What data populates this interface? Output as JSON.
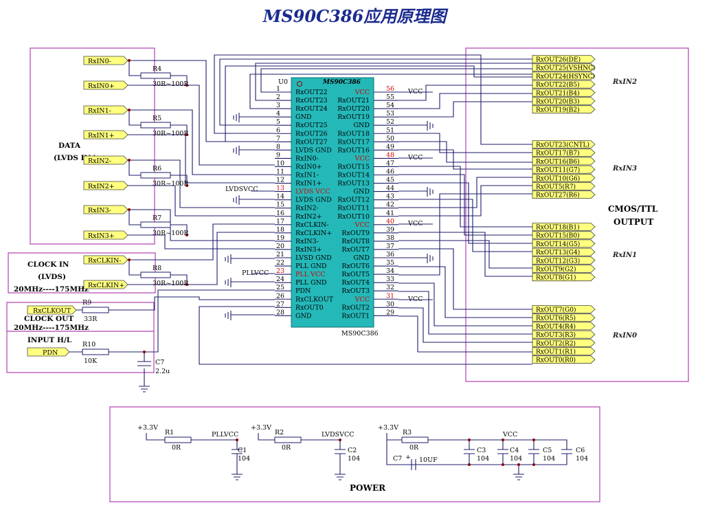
{
  "title": "MS90C386应用原理图",
  "chip": {
    "ref": "U0",
    "name_top": "MS90C386",
    "name_bottom": "MS90C386",
    "left_pins": [
      {
        "num": "1",
        "name": "RxOUT22"
      },
      {
        "num": "2",
        "name": "RxOUT23"
      },
      {
        "num": "3",
        "name": "RxOUT24"
      },
      {
        "num": "4",
        "name": "GND"
      },
      {
        "num": "5",
        "name": "RxOUT25"
      },
      {
        "num": "6",
        "name": "RxOUT26"
      },
      {
        "num": "7",
        "name": "RxOUT27"
      },
      {
        "num": "8",
        "name": "LVDS GND"
      },
      {
        "num": "9",
        "name": "RxIN0-"
      },
      {
        "num": "10",
        "name": "RxIN0+"
      },
      {
        "num": "11",
        "name": "RxIN1-"
      },
      {
        "num": "12",
        "name": "RxIN1+"
      },
      {
        "num": "13",
        "name": "LVDS VCC"
      },
      {
        "num": "14",
        "name": "LVDS GND"
      },
      {
        "num": "15",
        "name": "RxIN2-"
      },
      {
        "num": "16",
        "name": "RxIN2+"
      },
      {
        "num": "17",
        "name": "RxCLKIN-"
      },
      {
        "num": "18",
        "name": "RxCLKIN+"
      },
      {
        "num": "19",
        "name": "RxIN3-"
      },
      {
        "num": "20",
        "name": "RxIN3+"
      },
      {
        "num": "21",
        "name": "LVSD GND"
      },
      {
        "num": "22",
        "name": "PLL GND"
      },
      {
        "num": "23",
        "name": "PLL VCC"
      },
      {
        "num": "24",
        "name": "PLL GND"
      },
      {
        "num": "25",
        "name": "PDN"
      },
      {
        "num": "26",
        "name": "RxCLKOUT"
      },
      {
        "num": "27",
        "name": "RxOUT0"
      },
      {
        "num": "28",
        "name": "GND"
      }
    ],
    "right_pins": [
      {
        "num": "56",
        "name": "VCC"
      },
      {
        "num": "55",
        "name": "RxOUT21"
      },
      {
        "num": "54",
        "name": "RxOUT20"
      },
      {
        "num": "53",
        "name": "RxOUT19"
      },
      {
        "num": "52",
        "name": "GND"
      },
      {
        "num": "51",
        "name": "RxOUT18"
      },
      {
        "num": "50",
        "name": "RxOUT17"
      },
      {
        "num": "49",
        "name": "RxOUT16"
      },
      {
        "num": "48",
        "name": "VCC"
      },
      {
        "num": "47",
        "name": "RxOUT15"
      },
      {
        "num": "46",
        "name": "RxOUT14"
      },
      {
        "num": "45",
        "name": "RxOUT13"
      },
      {
        "num": "44",
        "name": "GND"
      },
      {
        "num": "43",
        "name": "RxOUT12"
      },
      {
        "num": "42",
        "name": "RxOUT11"
      },
      {
        "num": "41",
        "name": "RxOUT10"
      },
      {
        "num": "40",
        "name": "VCC"
      },
      {
        "num": "39",
        "name": "RxOUT9"
      },
      {
        "num": "38",
        "name": "RxOUT8"
      },
      {
        "num": "37",
        "name": "RxOUT7"
      },
      {
        "num": "36",
        "name": "GND"
      },
      {
        "num": "35",
        "name": "RxOUT6"
      },
      {
        "num": "34",
        "name": "RxOUT5"
      },
      {
        "num": "33",
        "name": "RxOUT4"
      },
      {
        "num": "32",
        "name": "RxOUT3"
      },
      {
        "num": "31",
        "name": "VCC"
      },
      {
        "num": "30",
        "name": "RxOUT2"
      },
      {
        "num": "29",
        "name": "RxOUT1"
      }
    ]
  },
  "inputs": [
    "RxIN0-",
    "RxIN0+",
    "RxIN1-",
    "RxIN1+",
    "RxIN2-",
    "RxIN2+",
    "RxIN3-",
    "RxIN3+",
    "RxCLKIN-",
    "RxCLKIN+"
  ],
  "term_resistors": [
    {
      "ref": "R4",
      "val": "30R~100R"
    },
    {
      "ref": "R5",
      "val": "30R~100R"
    },
    {
      "ref": "R6",
      "val": "30R~100R"
    },
    {
      "ref": "R7",
      "val": "30R~100R"
    },
    {
      "ref": "R8",
      "val": "30R~100R"
    }
  ],
  "clkout": {
    "port": "RxCLKOUT",
    "ref": "R9",
    "val": "33R"
  },
  "pdn": {
    "port": "PDN",
    "ref": "R10",
    "val": "10K",
    "cap_ref": "C7",
    "cap_val": "2.2u"
  },
  "labels": {
    "data_title": "DATA",
    "data_sub": "(LVDS IN )",
    "clock_in": "CLOCK IN",
    "clock_in_sub": "(LVDS)",
    "clock_in_freq": "20MHz----175MHz",
    "clock_out": "CLOCK OUT",
    "clock_out_freq": "20MHz----175MHz",
    "input_hl": "INPUT H/L",
    "cmos_ttl": "CMOS/TTL",
    "output": "OUTPUT",
    "rxin2": "RxIN2",
    "rxin3": "RxIN3",
    "rxin1": "RxIN1",
    "rxin0": "RxIN0",
    "vcc": "VCC",
    "lvdsvcc": "LVDSVCC",
    "pllvcc": "PLLVCC"
  },
  "outputs": {
    "g2": [
      "RxOUT26(DE)",
      "RxOUT25(VSHNC)",
      "RxOUT24(HSYNC)",
      "RxOUT22(B5)",
      "RxOUT21(B4)",
      "RxOUT20(B3)",
      "RxOUT19(B2)"
    ],
    "g3": [
      "RxOUT23(CNTL)",
      "RxOUT17(B7)",
      "RxOUT16(B6)",
      "RxOUT11(G7)",
      "RxOUT10(G6)",
      "RxOUT5(R7)",
      "RxOUT27(R6)"
    ],
    "g1": [
      "RxOUT18(B1)",
      "RxOUT15(B0)",
      "RxOUT14(G5)",
      "RxOUT13(G4)",
      "RxOUT12(G3)",
      "RxOUT9(G2)",
      "RxOUT8(G1)"
    ],
    "g0": [
      "RxOUT7(G0)",
      "RxOUT6(R5)",
      "RxOUT4(R4)",
      "RxOUT3(R3)",
      "RxOUT2(R2)",
      "RxOUT1(R1)",
      "RxOUT0(R0)"
    ]
  },
  "power": {
    "title": "POWER",
    "rail": "+3.3V",
    "r1": {
      "ref": "R1",
      "val": "0R",
      "net": "PLLVCC",
      "cap_ref": "C1",
      "cap_val": "104"
    },
    "r2": {
      "ref": "R2",
      "val": "0R",
      "net": "LVDSVCC",
      "cap_ref": "C2",
      "cap_val": "104"
    },
    "r3": {
      "ref": "R3",
      "val": "0R",
      "net": "VCC"
    },
    "caps": [
      {
        "ref": "C3",
        "val": "104"
      },
      {
        "ref": "C4",
        "val": "104"
      },
      {
        "ref": "C5",
        "val": "104"
      },
      {
        "ref": "C6",
        "val": "104"
      }
    ],
    "c7": {
      "ref": "C7",
      "plus": "+",
      "val": "10UF"
    }
  }
}
